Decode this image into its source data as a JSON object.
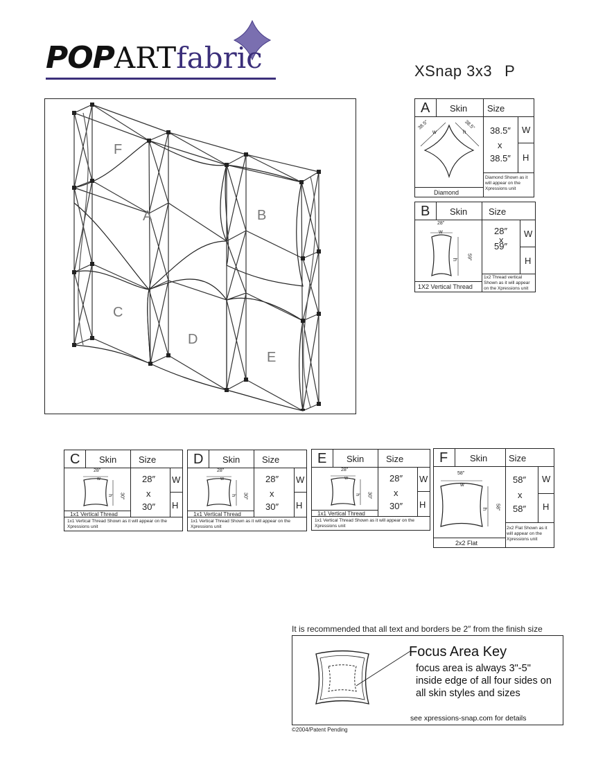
{
  "logo": {
    "pop": "POP",
    "art": "ART",
    "fabric": "fabric",
    "brand_color": "#3b2f7a",
    "accent_color": "#7a6fb0"
  },
  "header": {
    "title": "XSnap 3x3",
    "suffix": "P"
  },
  "diagram": {
    "panels": [
      "F",
      "A",
      "B",
      "C",
      "D",
      "E"
    ]
  },
  "cards": {
    "a": {
      "letter": "A",
      "skin_label": "Skin",
      "size_label": "Size",
      "dim_top": "38.5\"",
      "dim_left": "38.5\"",
      "w": "w",
      "h": "h",
      "width": "38.5″",
      "x": "x",
      "height": "38.5″",
      "w_label": "W",
      "h_label": "H",
      "caption": "Diamond",
      "note": "Diamond Shown as it will appear on the Xpressions unit"
    },
    "b": {
      "letter": "B",
      "skin_label": "Skin",
      "size_label": "Size",
      "dim_top": "28\"",
      "dim_side": "59\"",
      "w": "w",
      "h": "h",
      "width": "28″",
      "x": "x",
      "height": "59″",
      "w_label": "W",
      "h_label": "H",
      "caption": "1X2 Vertical Thread",
      "note": "1x2 Thread vertical Shown as it will appear on the Xpressions unit"
    },
    "c": {
      "letter": "C",
      "skin_label": "Skin",
      "size_label": "Size",
      "dim_top": "28\"",
      "dim_side": "30\"",
      "w": "w",
      "h": "h",
      "width": "28″",
      "x": "x",
      "height": "30″",
      "w_label": "W",
      "h_label": "H",
      "caption": "1x1 Vertical Thread",
      "note": "1x1 Vertical Thread Shown as it will appear on the Xpressions unit"
    },
    "d": {
      "letter": "D",
      "skin_label": "Skin",
      "size_label": "Size",
      "dim_top": "28\"",
      "dim_side": "30\"",
      "w": "w",
      "h": "h",
      "width": "28″",
      "x": "x",
      "height": "30″",
      "w_label": "W",
      "h_label": "H",
      "caption": "1x1 Vertical Thread",
      "note": "1x1 Vertical Thread Shown as it will appear on the Xpressions unit"
    },
    "e": {
      "letter": "E",
      "skin_label": "Skin",
      "size_label": "Size",
      "dim_top": "28\"",
      "dim_side": "30\"",
      "w": "w",
      "h": "h",
      "width": "28″",
      "x": "x",
      "height": "30″",
      "w_label": "W",
      "h_label": "H",
      "caption": "1x1 Vertical Thread",
      "note": "1x1 Vertical Thread Shown as it will appear on the Xpressions unit"
    },
    "f": {
      "letter": "F",
      "skin_label": "Skin",
      "size_label": "Size",
      "dim_top": "58\"",
      "dim_side": "58\"",
      "w": "w",
      "h": "h",
      "width": "58″",
      "x": "x",
      "height": "58″",
      "w_label": "W",
      "h_label": "H",
      "caption": "2x2 Flat",
      "note": "2x2 Flat Shown as it will appear on the Xpressions unit"
    }
  },
  "recommendation": "It is recommended that all text and borders be 2″ from the finish size",
  "focus": {
    "title": "Focus Area Key",
    "body": "focus area is always 3\"-5\" inside edge of all four sides on all skin styles and sizes",
    "see": "see xpressions-snap.com for details"
  },
  "copyright": "©2004/Patent Pending"
}
